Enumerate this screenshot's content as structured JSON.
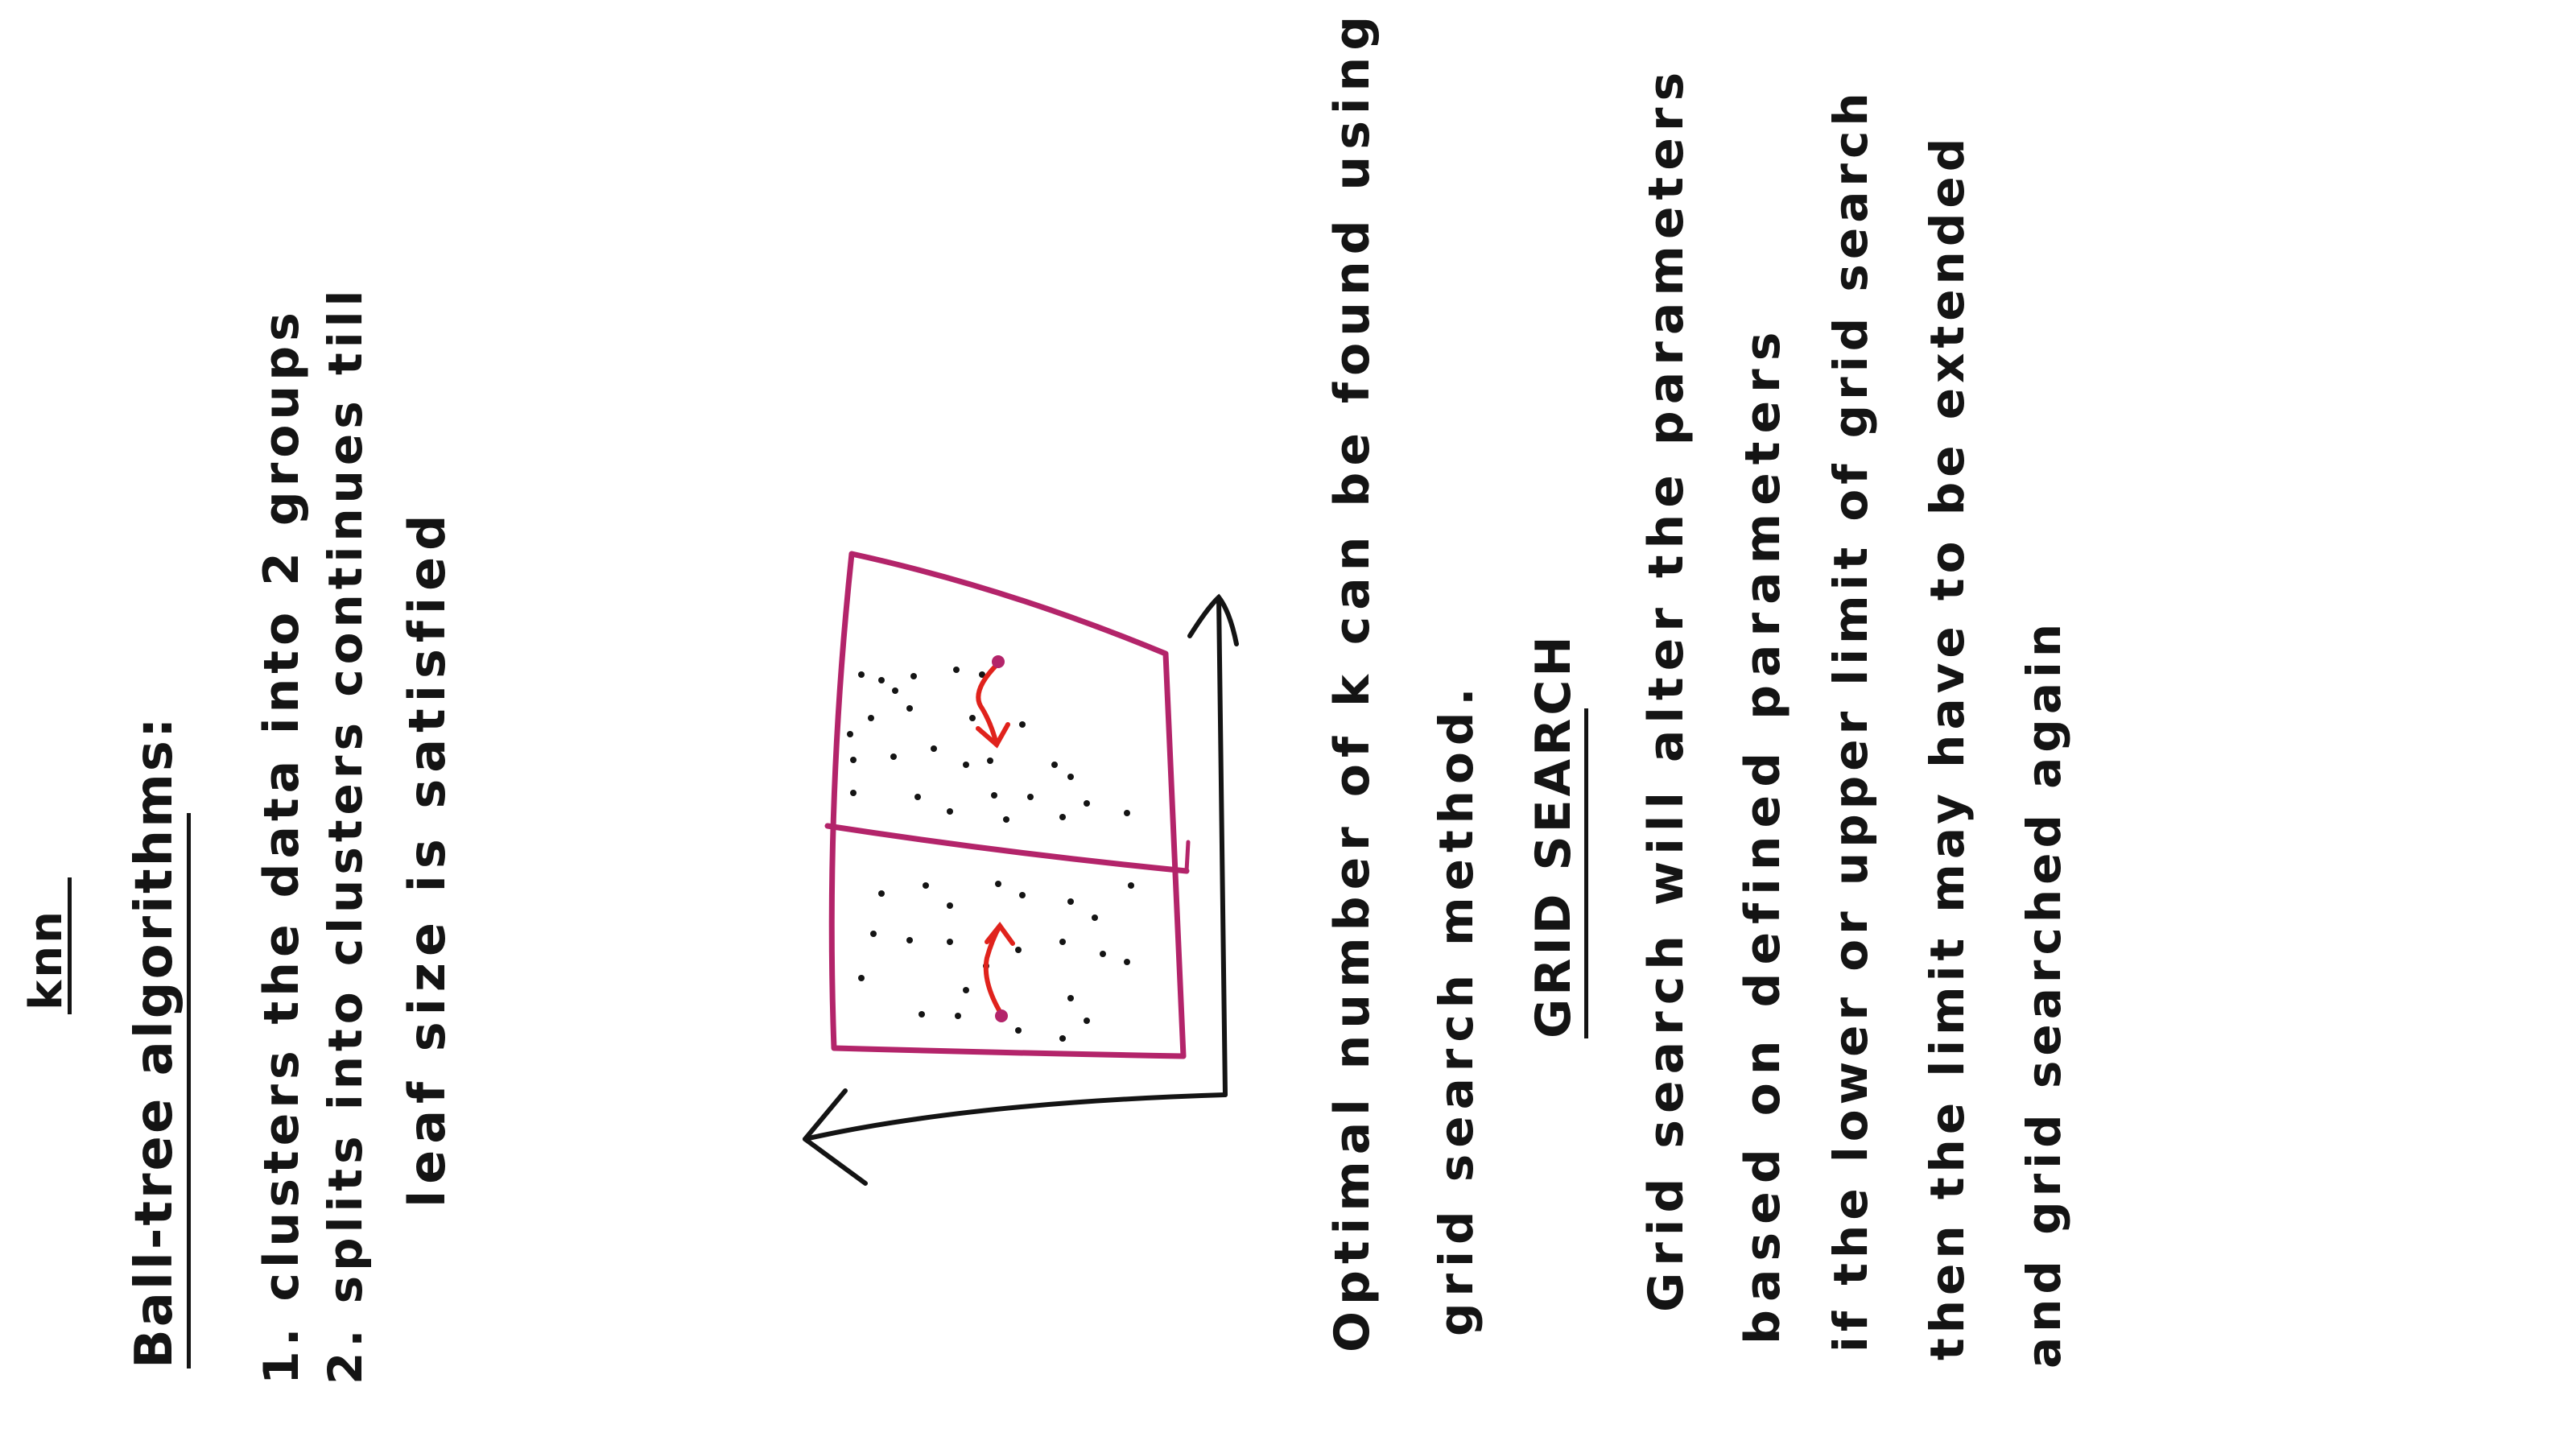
{
  "title": "knn",
  "balltree": {
    "heading": "Ball-tree algorithms:",
    "step1": "1. clusters the data into 2 groups",
    "step2": "2. splits into clusters continues till",
    "step2b": "leaf size is satisfied"
  },
  "optimal_k": {
    "line1": "Optimal number of k can be found using",
    "line2": "grid search method."
  },
  "grid_search": {
    "heading": "GRID SEARCH",
    "line1": "Grid search will alter the parameters",
    "line2": "based on defined parameters",
    "line3": "if the lower or upper limit of grid search",
    "line4": "then the limit may have to be extended",
    "line5": "and grid searched again"
  },
  "colors": {
    "ink": "#141414",
    "box": "#b3246a",
    "arrow": "#e0221c"
  }
}
